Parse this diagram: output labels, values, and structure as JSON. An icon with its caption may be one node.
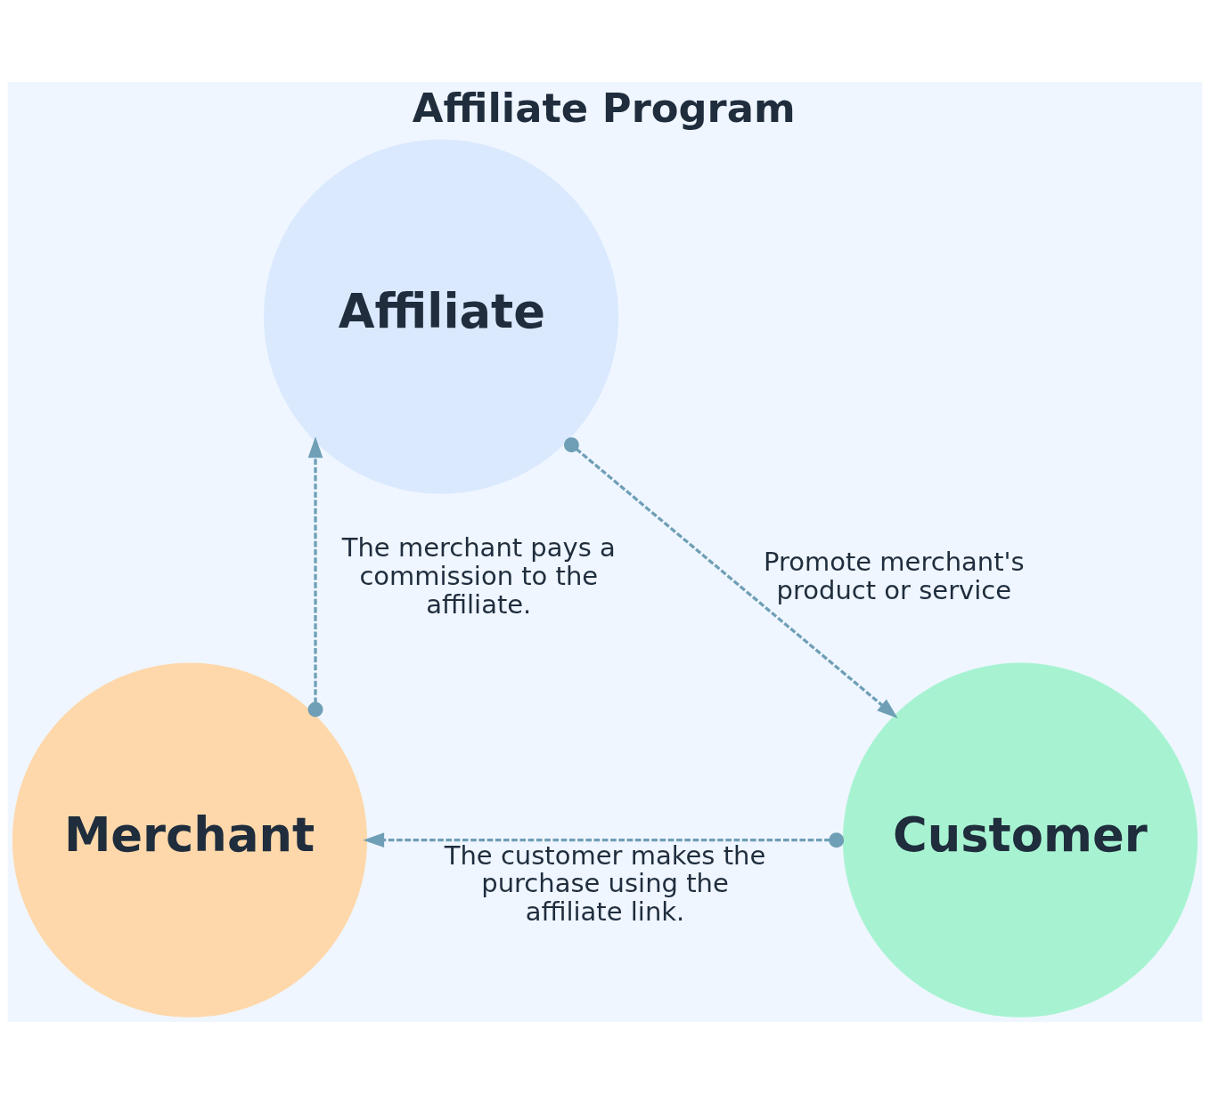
{
  "diagram": {
    "title": "Affiliate Program",
    "nodes": [
      {
        "text": [
          "Affiliate"
        ]
      },
      {
        "text": [
          "Merchant"
        ]
      },
      {
        "text": [
          "Customer"
        ]
      }
    ],
    "edges": [
      {
        "from": 1,
        "to": 0,
        "arrow": "to",
        "style": "dashed",
        "label": "The merchant pays a commission to the affiliate."
      },
      {
        "from": 0,
        "to": 2,
        "arrow": "to",
        "style": "dashed",
        "label": "Promote merchant's product or service"
      },
      {
        "from": 2,
        "to": 1,
        "arrow": "to",
        "style": "dashed",
        "label": "The customer makes the purchase using the affiliate link."
      }
    ]
  }
}
